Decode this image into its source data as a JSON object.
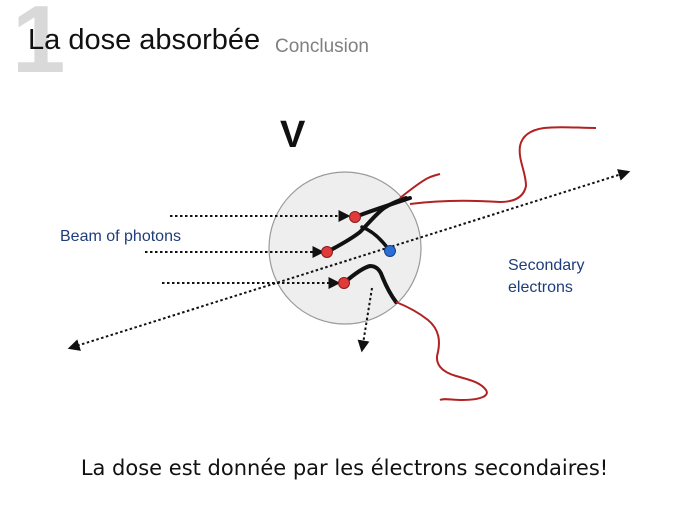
{
  "slide": {
    "number": "1",
    "title": "La dose absorbée",
    "subtitle": "Conclusion"
  },
  "diagram": {
    "volume_label": "V",
    "beam_label": "Beam of photons",
    "secondary_label_line1": "Secondary",
    "secondary_label_line2": "electrons",
    "colors": {
      "volume_fill": "#eeeeee",
      "volume_stroke": "#9a9a9a",
      "interaction_red": "#e03b3b",
      "interaction_blue": "#2b6fd6",
      "electron_track": "#b22222",
      "photon_path": "#111111"
    }
  },
  "conclusion_text": "La dose est donnée par les électrons secondaires!"
}
